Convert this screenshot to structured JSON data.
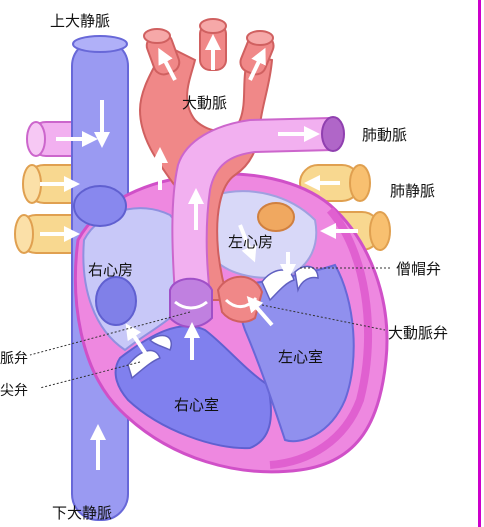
{
  "labels": {
    "svc": "上大静脈",
    "aorta": "大動脈",
    "pulm_artery": "肺動脈",
    "pulm_vein": "肺静脈",
    "left_atrium": "左心房",
    "right_atrium": "右心房",
    "mitral": "僧帽弁",
    "aortic_valve": "大動脈弁",
    "left_ventricle": "左心室",
    "right_ventricle": "右心室",
    "pulm_valve_cut": "脈弁",
    "tricuspid_cut": "尖弁",
    "ivc": "下大静脈"
  },
  "colors": {
    "vena_cava": "#9090ee",
    "aorta": "#f08080",
    "pulmonary": "#ee99ee",
    "pulm_vein": "#f8d890",
    "heart_outline": "#e868d8",
    "left_blood": "#ee7777",
    "right_blood": "#8888e8",
    "border": "#cc00cc"
  }
}
